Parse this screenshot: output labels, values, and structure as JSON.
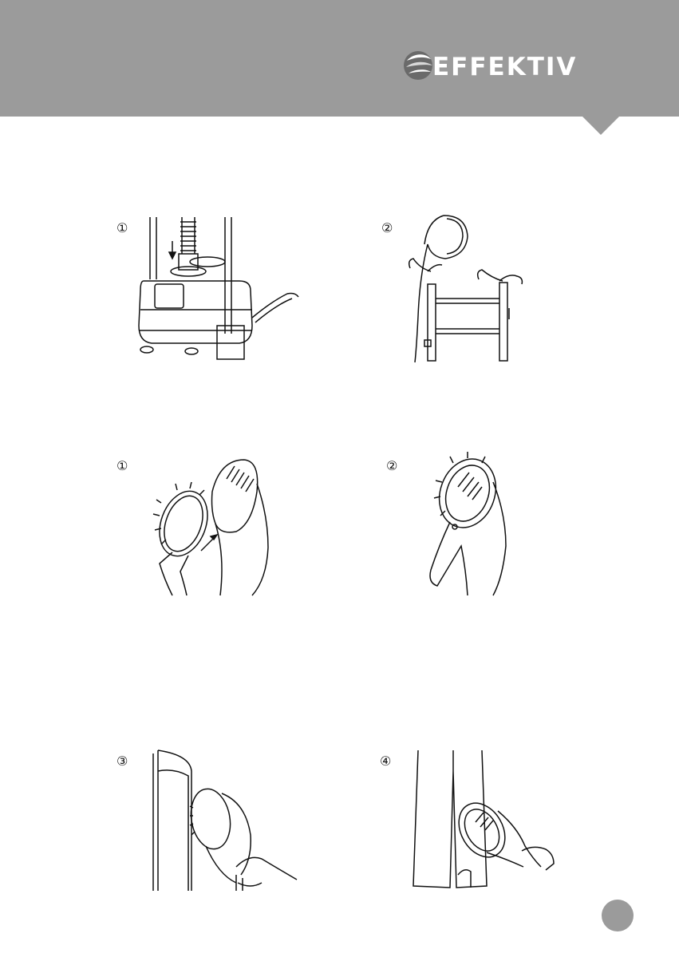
{
  "header": {
    "brand": "EFFEKTIV",
    "color": "#9b9b9b"
  },
  "figures": [
    {
      "marker": "①",
      "icon": "steamer-base-hose-insertion"
    },
    {
      "marker": "②",
      "icon": "steamer-head-on-hanger-frame"
    },
    {
      "marker": "①",
      "icon": "brush-attachment-alignment"
    },
    {
      "marker": "②",
      "icon": "brush-attachment-fitted"
    },
    {
      "marker": "③",
      "icon": "steaming-garment-on-hanger"
    },
    {
      "marker": "④",
      "icon": "steaming-trousers"
    }
  ]
}
